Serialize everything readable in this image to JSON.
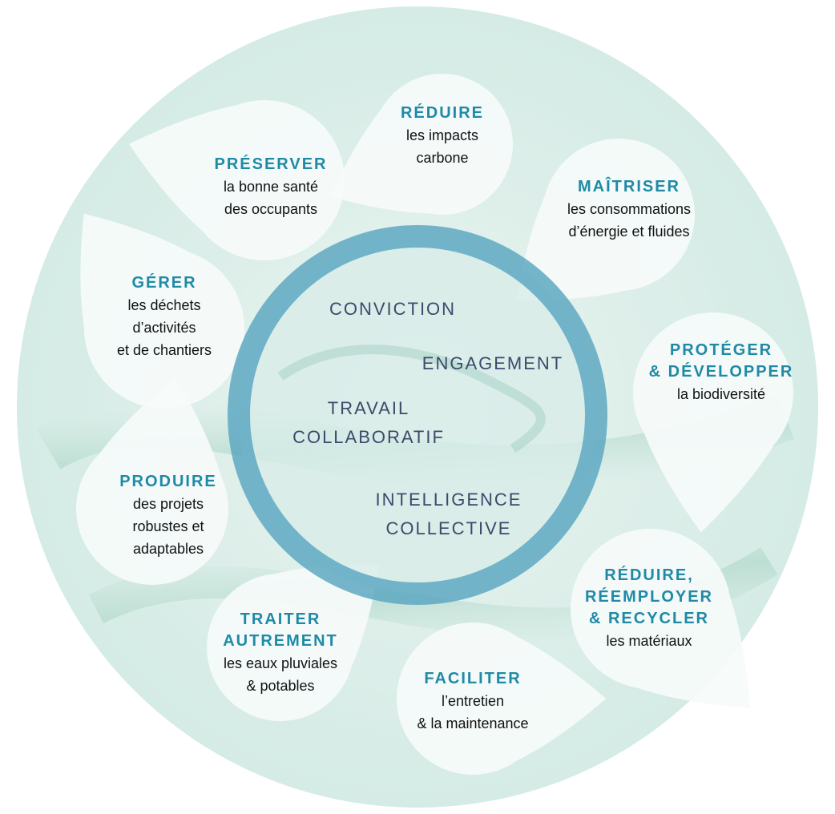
{
  "colors": {
    "title_accent": "#1f8aa6",
    "ring": "#5ea8c2",
    "outer_disc": "#dceee9",
    "petal_fill": "#f6fbfa",
    "core_text": "#3c4a6b"
  },
  "core_values": [
    {
      "id": "conviction",
      "lines": [
        "CONVICTION"
      ]
    },
    {
      "id": "engagement",
      "lines": [
        "ENGAGEMENT"
      ]
    },
    {
      "id": "travail",
      "lines": [
        "TRAVAIL",
        "COLLABORATIF"
      ]
    },
    {
      "id": "intelligence",
      "lines": [
        "INTELLIGENCE",
        "COLLECTIVE"
      ]
    }
  ],
  "petals": [
    {
      "id": "reduire-carbone",
      "title": [
        "RÉDUIRE"
      ],
      "text": [
        "les impacts",
        "carbone"
      ]
    },
    {
      "id": "maitriser",
      "title": [
        "MAÎTRISER"
      ],
      "text": [
        "les consommations",
        "d’énergie et fluides"
      ]
    },
    {
      "id": "proteger",
      "title": [
        "PROTÉGER",
        "& DÉVELOPPER"
      ],
      "text": [
        "la biodiversité"
      ]
    },
    {
      "id": "reemployer",
      "title": [
        "RÉDUIRE,",
        "RÉEMPLOYER",
        "& RECYCLER"
      ],
      "text": [
        "les matériaux"
      ]
    },
    {
      "id": "faciliter",
      "title": [
        "FACILITER"
      ],
      "text": [
        "l’entretien",
        "& la maintenance"
      ]
    },
    {
      "id": "traiter",
      "title": [
        "TRAITER",
        "AUTREMENT"
      ],
      "text": [
        "les eaux pluviales",
        "& potables"
      ]
    },
    {
      "id": "produire",
      "title": [
        "PRODUIRE"
      ],
      "text": [
        "des projets",
        "robustes et",
        "adaptables"
      ]
    },
    {
      "id": "gerer",
      "title": [
        "GÉRER"
      ],
      "text": [
        "les déchets",
        "d’activités",
        "et de chantiers"
      ]
    },
    {
      "id": "preserver",
      "title": [
        "PRÉSERVER"
      ],
      "text": [
        "la bonne santé",
        "des occupants"
      ]
    }
  ]
}
